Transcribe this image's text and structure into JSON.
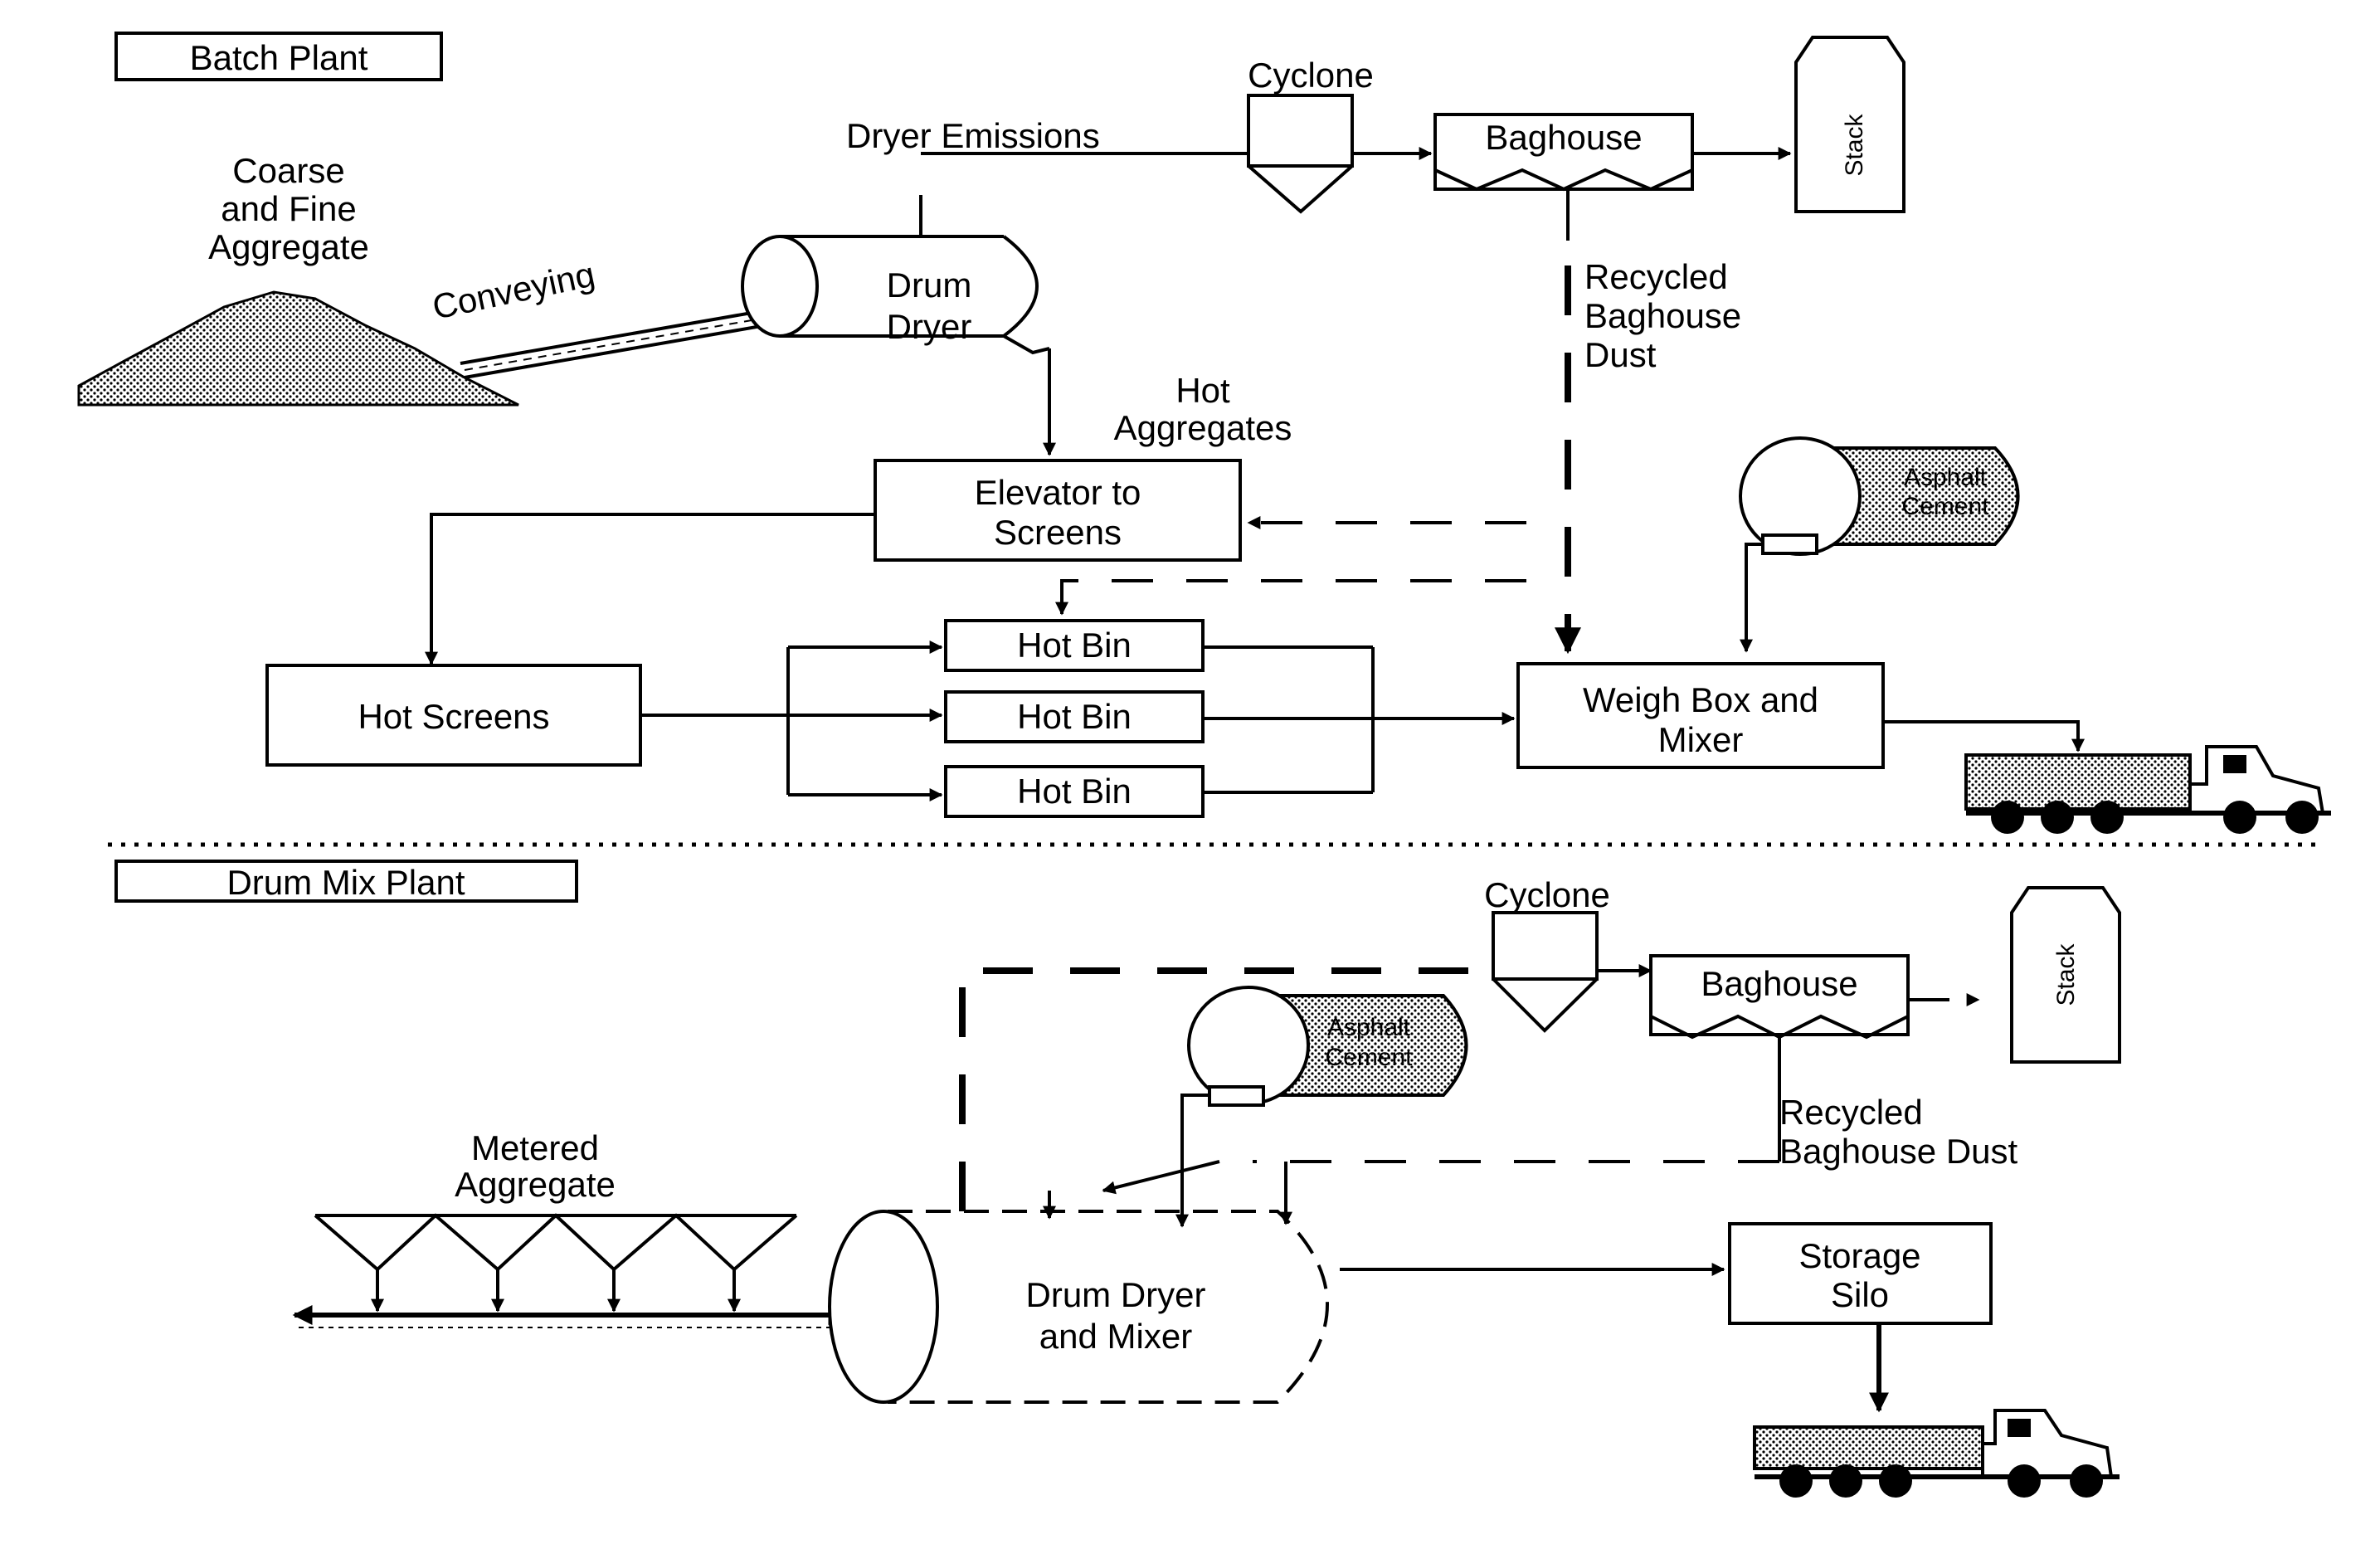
{
  "batch_plant": {
    "section_title": "Batch Plant",
    "aggregate_label": [
      "Coarse",
      "and Fine",
      "Aggregate"
    ],
    "conveying_label": "Conveying",
    "dryer_emissions_label": "Dryer Emissions",
    "cyclone_label": "Cyclone",
    "baghouse_label": "Baghouse",
    "stack_label": "Stack",
    "drum_dryer_label": [
      "Drum",
      "Dryer"
    ],
    "recycled_dust_label": [
      "Recycled",
      "Baghouse",
      "Dust"
    ],
    "hot_aggregates_label": [
      "Hot",
      "Aggregates"
    ],
    "elevator_label": [
      "Elevator to",
      "Screens"
    ],
    "asphalt_cement_label": [
      "Asphalt",
      "Cement"
    ],
    "hot_bins": [
      "Hot Bin",
      "Hot Bin",
      "Hot Bin"
    ],
    "hot_screens_label": "Hot Screens",
    "weigh_box_label": [
      "Weigh Box and",
      "Mixer"
    ]
  },
  "drum_mix_plant": {
    "section_title": "Drum Mix Plant",
    "cyclone_label": "Cyclone",
    "baghouse_label": "Baghouse",
    "stack_label": "Stack",
    "asphalt_cement_label": [
      "Asphalt",
      "Cement"
    ],
    "recycled_dust_label": [
      "Recycled",
      "Baghouse Dust"
    ],
    "metered_aggregate_label": [
      "Metered",
      "Aggregate"
    ],
    "drum_mixer_label": [
      "Drum Dryer",
      "and Mixer"
    ],
    "storage_silo_label": [
      "Storage",
      "Silo"
    ]
  }
}
